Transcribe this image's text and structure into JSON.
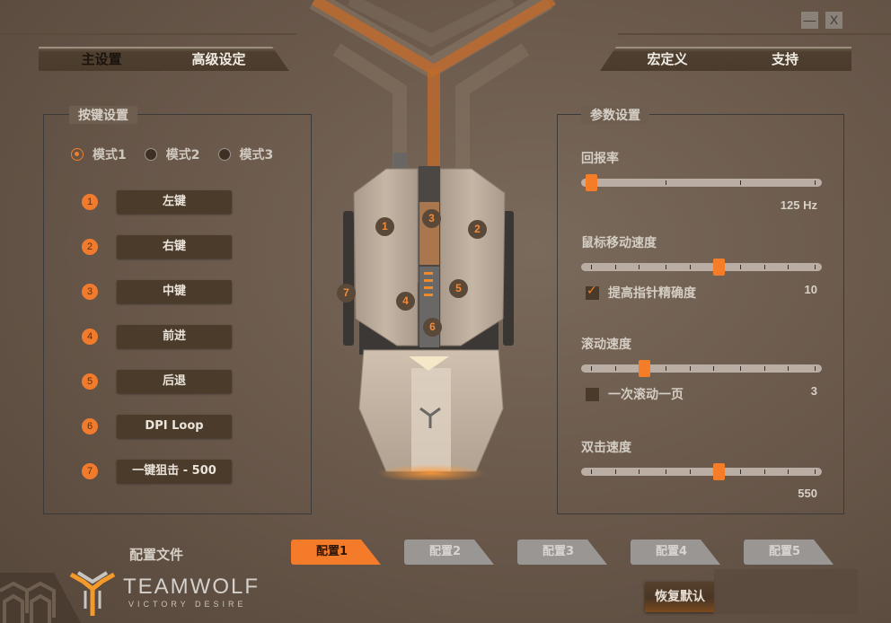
{
  "window": {
    "minimize_label": "—",
    "close_label": "X"
  },
  "nav": {
    "tabs": [
      {
        "label": "主设置",
        "active": true
      },
      {
        "label": "高级设定",
        "active": false
      },
      {
        "label": "宏定义",
        "active": false
      },
      {
        "label": "支持",
        "active": false
      }
    ]
  },
  "keys_panel": {
    "title": "按键设置",
    "modes": [
      {
        "label": "模式1",
        "checked": true
      },
      {
        "label": "模式2",
        "checked": false
      },
      {
        "label": "模式3",
        "checked": false
      }
    ],
    "keys": [
      {
        "num": "1",
        "label": "左键"
      },
      {
        "num": "2",
        "label": "右键"
      },
      {
        "num": "3",
        "label": "中键"
      },
      {
        "num": "4",
        "label": "前进"
      },
      {
        "num": "5",
        "label": "后退"
      },
      {
        "num": "6",
        "label": "DPI Loop"
      },
      {
        "num": "7",
        "label": "一键狙击 - 500"
      }
    ]
  },
  "params_panel": {
    "title": "参数设置",
    "report_rate": {
      "label": "回报率",
      "value": "125 Hz",
      "position_pct": 4,
      "ticks": [
        4,
        35,
        66,
        97
      ]
    },
    "pointer_speed": {
      "label": "鼠标移动速度",
      "value": "10",
      "position_pct": 57,
      "ticks": [
        4,
        14,
        24,
        35,
        45,
        55,
        66,
        76,
        86,
        97
      ]
    },
    "enhance_precision": {
      "label": "提高指针精确度",
      "checked": true
    },
    "scroll_speed": {
      "label": "滚动速度",
      "value": "3",
      "position_pct": 26,
      "ticks": [
        4,
        14,
        24,
        35,
        45,
        55,
        66,
        76,
        86,
        97
      ]
    },
    "scroll_page": {
      "label": "一次滚动一页",
      "checked": false
    },
    "double_click": {
      "label": "双击速度",
      "value": "550",
      "position_pct": 57,
      "ticks": [
        4,
        14,
        24,
        35,
        45,
        55,
        66,
        76,
        86,
        97
      ]
    }
  },
  "mouse_diagram": {
    "badges": [
      "1",
      "2",
      "3",
      "4",
      "5",
      "6",
      "7"
    ]
  },
  "profiles": {
    "label": "配置文件",
    "tabs": [
      {
        "label": "配置1",
        "active": true
      },
      {
        "label": "配置2",
        "active": false
      },
      {
        "label": "配置3",
        "active": false
      },
      {
        "label": "配置4",
        "active": false
      },
      {
        "label": "配置5",
        "active": false
      }
    ]
  },
  "brand": {
    "name": "TEAMWOLF",
    "tagline": "VICTORY DESIRE"
  },
  "footer": {
    "reset_label": "恢复默认"
  },
  "colors": {
    "accent": "#f47b2a",
    "button_dark": "#4b3b2b",
    "slider_track": "#b9ada4"
  }
}
